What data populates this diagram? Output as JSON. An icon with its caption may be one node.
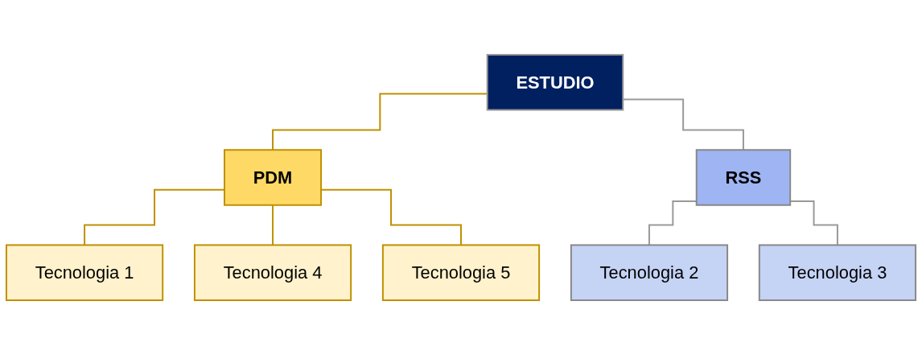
{
  "diagram": {
    "nodes": [
      {
        "text": [
          "ESTUDIO"
        ]
      },
      {
        "text": [
          "PDM"
        ]
      },
      {
        "text": [
          "RSS"
        ]
      },
      {
        "text": [
          "Tecnologia 1"
        ]
      },
      {
        "text": [
          "Tecnologia 4"
        ]
      },
      {
        "text": [
          "Tecnologia 5"
        ]
      },
      {
        "text": [
          "Tecnologia 2"
        ]
      },
      {
        "text": [
          "Tecnologia 3"
        ]
      }
    ],
    "edges": [
      {
        "from": 0,
        "to": 1,
        "arrow": "none"
      },
      {
        "from": 0,
        "to": 2,
        "arrow": "none",
        "color": "#999999"
      },
      {
        "from": 1,
        "to": 3,
        "arrow": "none"
      },
      {
        "from": 1,
        "to": 4,
        "arrow": "none"
      },
      {
        "from": 1,
        "to": 5,
        "arrow": "none"
      },
      {
        "from": 2,
        "to": 6,
        "arrow": "none",
        "color": "#999999"
      },
      {
        "from": 2,
        "to": 7,
        "arrow": "none",
        "color": "#999999"
      }
    ]
  }
}
